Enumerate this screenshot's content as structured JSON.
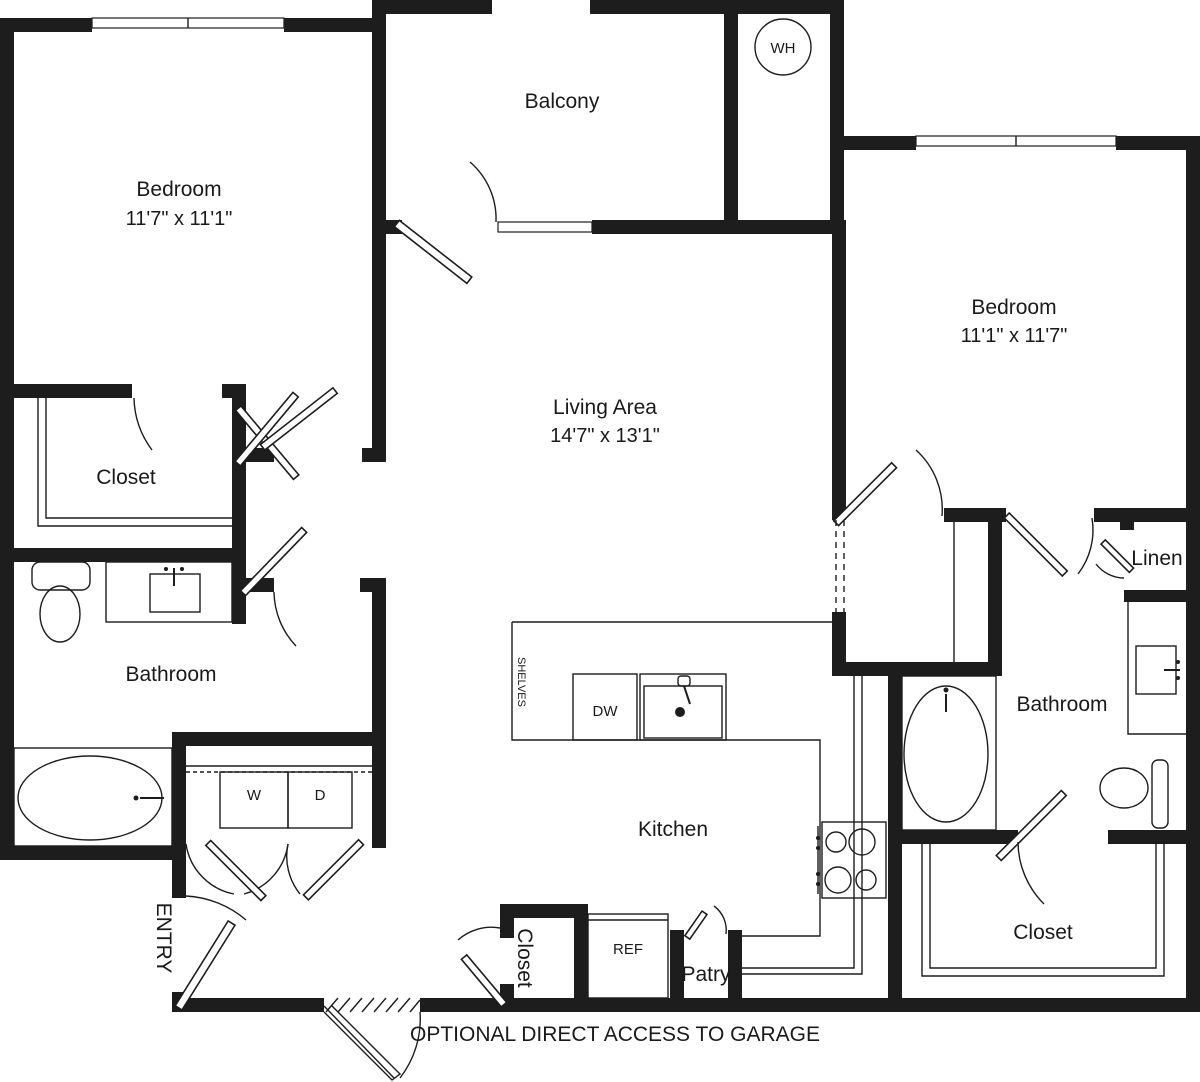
{
  "plan": {
    "rooms": {
      "bedroom_left": {
        "name": "Bedroom",
        "dims": "11'7\" x 11'1\""
      },
      "balcony": {
        "name": "Balcony"
      },
      "water_heater": {
        "name": "WH"
      },
      "bedroom_right": {
        "name": "Bedroom",
        "dims": "11'1\" x 11'7\""
      },
      "living_area": {
        "name": "Living Area",
        "dims": "14'7\" x 13'1\""
      },
      "closet_left": {
        "name": "Closet"
      },
      "bathroom_left": {
        "name": "Bathroom"
      },
      "bathroom_right": {
        "name": "Bathroom"
      },
      "linen": {
        "name": "Linen"
      },
      "kitchen": {
        "name": "Kitchen"
      },
      "closet_right": {
        "name": "Closet"
      },
      "closet_entry": {
        "name": "Closet"
      },
      "pantry": {
        "name": "Patry"
      }
    },
    "fixtures": {
      "dishwasher": "DW",
      "washer": "W",
      "dryer": "D",
      "refrigerator": "REF",
      "shelves": "SHELVES"
    },
    "entry_label": "ENTRY",
    "garage_note": "OPTIONAL DIRECT ACCESS TO GARAGE"
  }
}
